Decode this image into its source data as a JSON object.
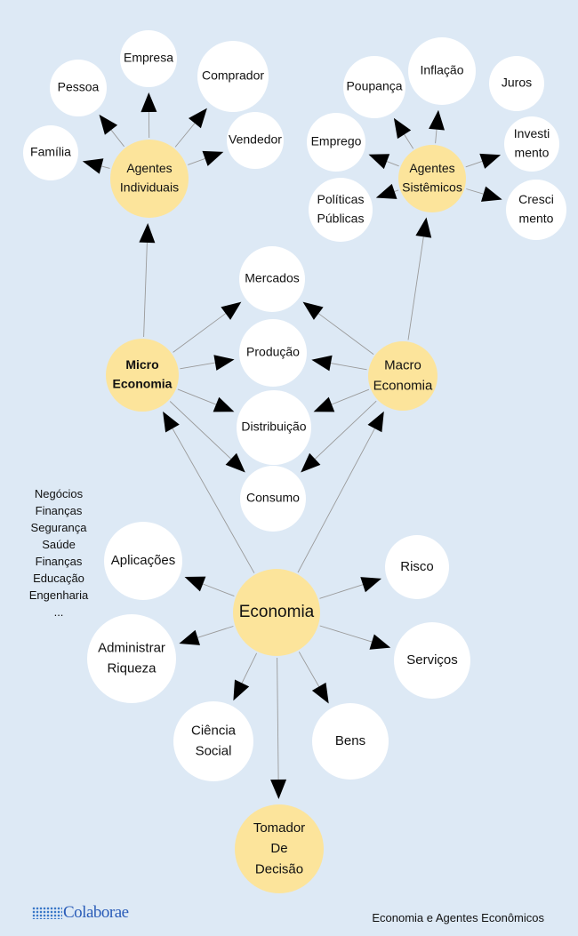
{
  "colors": {
    "background": "#dde9f5",
    "highlight": "#fce49b",
    "node": "#ffffff",
    "line": "#9a9a9a",
    "arrow": "#000000"
  },
  "nodes": {
    "agentes_individuais": [
      "Agentes",
      "Individuais"
    ],
    "familia": [
      "Família"
    ],
    "pessoa": [
      "Pessoa"
    ],
    "empresa": [
      "Empresa"
    ],
    "comprador": [
      "Comprador"
    ],
    "vendedor": [
      "Vendedor"
    ],
    "agentes_sistemicos": [
      "Agentes",
      "Sistêmicos"
    ],
    "poupanca": [
      "Poupança"
    ],
    "inflacao": [
      "Inflação"
    ],
    "juros": [
      "Juros"
    ],
    "emprego": [
      "Emprego"
    ],
    "investimento": [
      "Investi",
      "mento"
    ],
    "crescimento": [
      "Cresci",
      "mento"
    ],
    "politicas_publicas": [
      "Políticas",
      "Públicas"
    ],
    "micro_economia": [
      "Micro",
      "Economia"
    ],
    "macro_economia": [
      "Macro",
      "Economia"
    ],
    "mercados": [
      "Mercados"
    ],
    "producao": [
      "Produção"
    ],
    "distribuicao": [
      "Distribuição"
    ],
    "consumo": [
      "Consumo"
    ],
    "economia": [
      "Economia"
    ],
    "aplicacoes": [
      "Aplicações"
    ],
    "administrar_riqueza": [
      "Administrar",
      "Riqueza"
    ],
    "ciencia_social": [
      "Ciência",
      "Social"
    ],
    "bens": [
      "Bens"
    ],
    "risco": [
      "Risco"
    ],
    "servicos": [
      "Serviços"
    ],
    "tomador_de_decisao": [
      "Tomador",
      "De",
      "Decisão"
    ]
  },
  "application_areas": [
    "Negócios",
    "Finanças",
    "Segurança",
    "Saúde",
    "Finanças",
    "Educação",
    "Engenharia",
    "..."
  ],
  "logo_text": "Colaborae",
  "footer_caption": "Economia e Agentes Econômicos"
}
